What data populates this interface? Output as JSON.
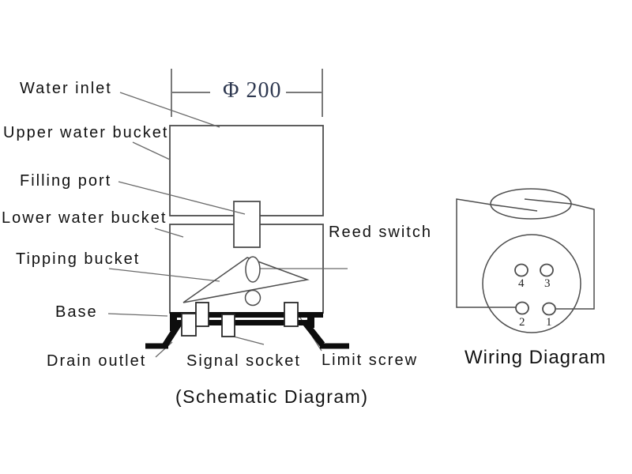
{
  "figure": {
    "schematic": {
      "caption": "(Schematic Diagram)",
      "dimension": "Φ 200",
      "labels": {
        "water_inlet": "Water inlet",
        "upper_water_bucket": "Upper water bucket",
        "filling_port": "Filling port",
        "lower_water_bucket": "Lower water bucket",
        "tipping_bucket": "Tipping bucket",
        "base": "Base",
        "drain_outlet": "Drain outlet",
        "signal_socket": "Signal socket",
        "limit_screw": "Limit screw",
        "reed_switch": "Reed switch"
      }
    },
    "wiring": {
      "title": "Wiring Diagram",
      "pin_labels": {
        "p4": "4",
        "p3": "3",
        "p2": "2",
        "p1": "1"
      }
    },
    "colors": {
      "line": "#4d4d4d",
      "leader_line": "#6a6a6a",
      "text": "#111111",
      "dimension_text": "#2e3850",
      "solid_black": "#0d0d0d",
      "background": "#ffffff"
    }
  }
}
